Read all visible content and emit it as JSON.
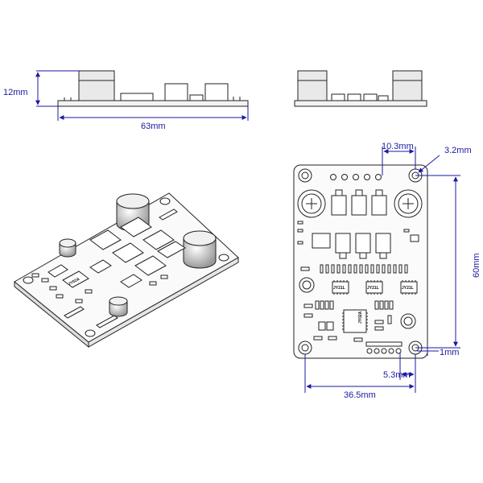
{
  "dimensions": {
    "height": "12mm",
    "length": "63mm",
    "pin_pitch": "10.3mm",
    "hole_diameter": "3.2mm",
    "board_height": "60mm",
    "edge_offset": "1mm",
    "hole_offset": "5.3mm",
    "hole_spacing": "36.5mm"
  },
  "chip_labels": {
    "u1": "JY21L",
    "u2": "JY21L",
    "u3": "JY21L",
    "controller": "JY02A",
    "iso_controller": "JY02A"
  },
  "colors": {
    "dimension": "#1a1aa0",
    "outline": "#222222",
    "board": "#ffffff"
  }
}
